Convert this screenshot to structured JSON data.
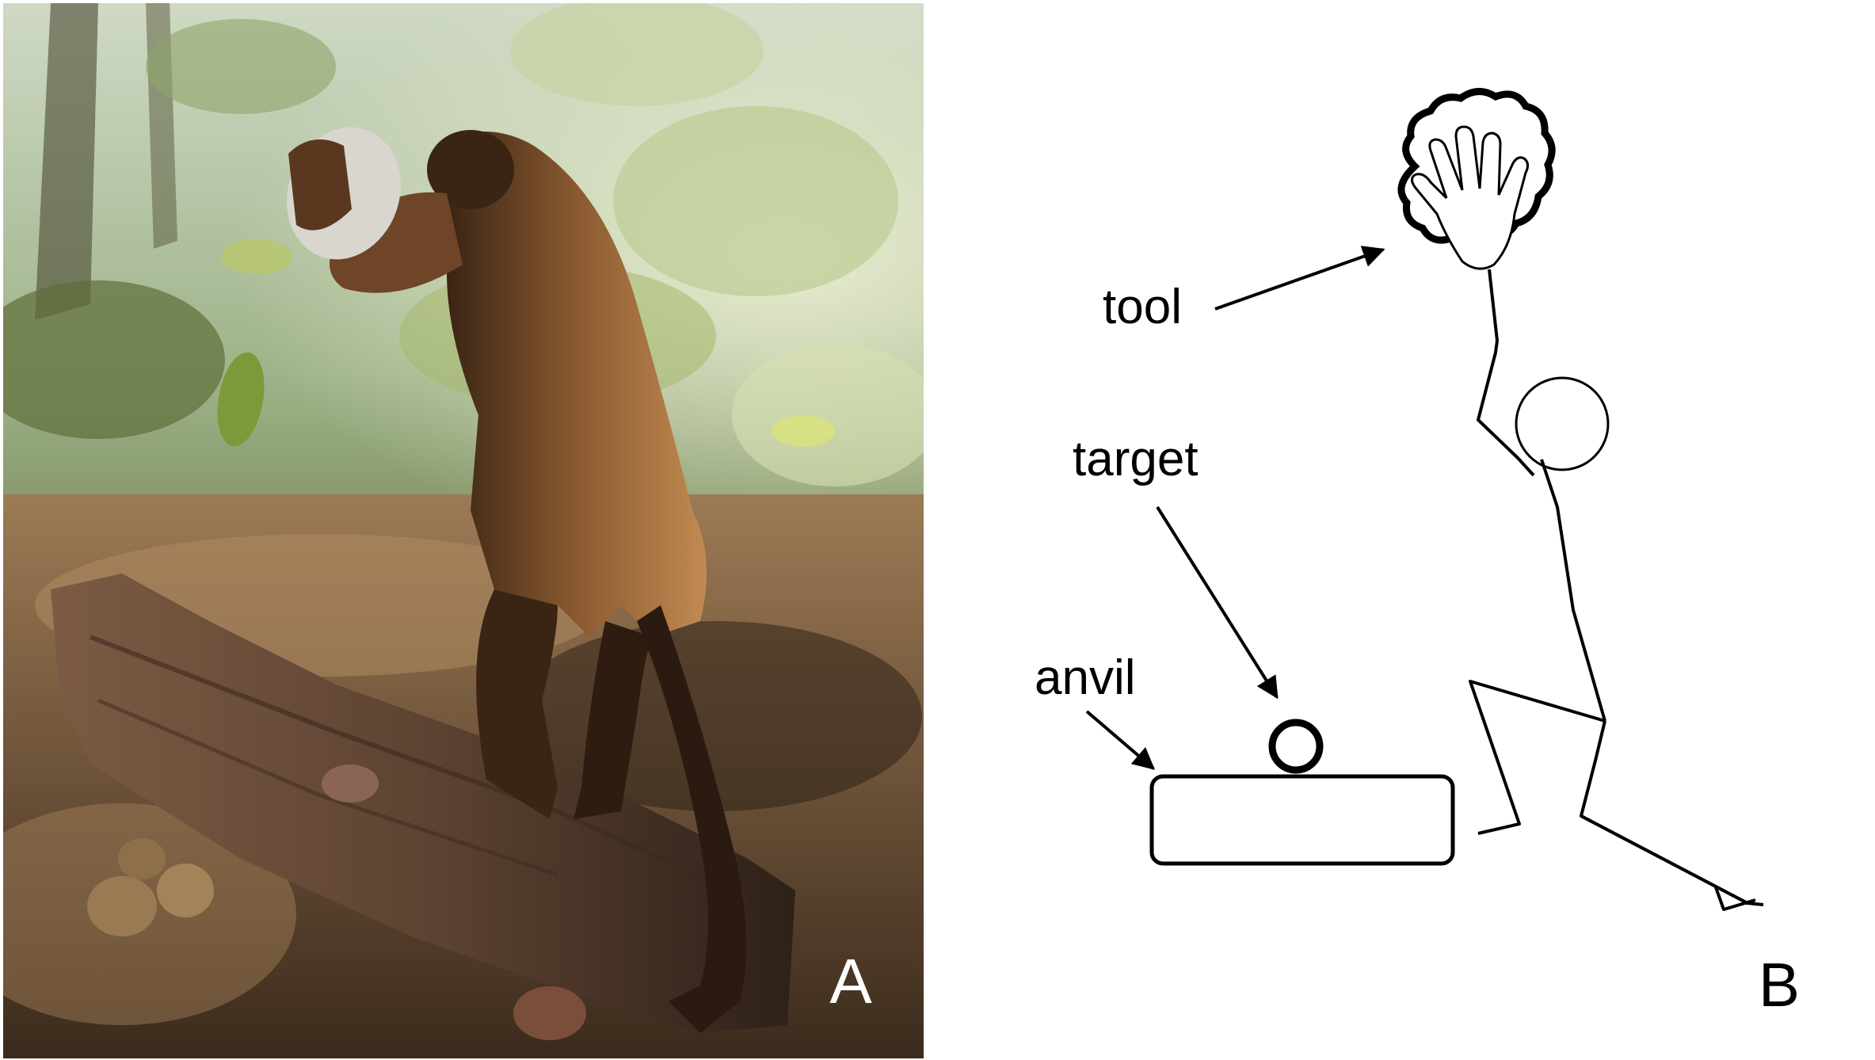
{
  "panels": {
    "a": {
      "letter": "A"
    },
    "b": {
      "letter": "B"
    }
  },
  "labels": {
    "tool": "tool",
    "target": "target",
    "anvil": "anvil"
  },
  "colors": {
    "background": "#ffffff",
    "ink": "#000000",
    "panel_letter_a": "#ffffff"
  }
}
